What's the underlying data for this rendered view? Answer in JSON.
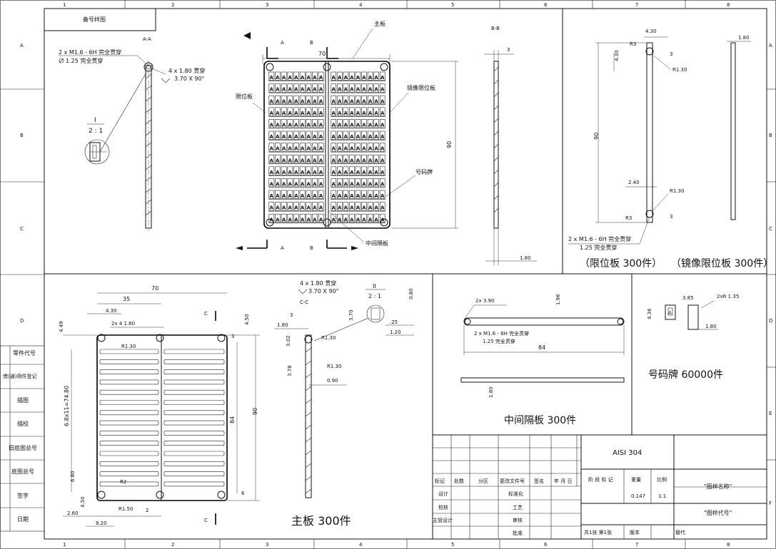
{
  "frame": {
    "col_numbers": [
      "1",
      "2",
      "3",
      "4",
      "5",
      "6",
      "7",
      "8"
    ],
    "row_letters": [
      "A",
      "B",
      "C",
      "D",
      "E",
      "F"
    ],
    "corner_box": "备号样图"
  },
  "left_column": {
    "labels": [
      "零件代号",
      "借(通)用件登记",
      "描图",
      "描校",
      "旧底图总号",
      "底图总号",
      "签字",
      "日期"
    ]
  },
  "main_plate_top": {
    "section_aa": "A-A",
    "section_bb": "B-B",
    "thread_note": "2 x M1.6 - 6H 完全贯穿",
    "thread_note_sub": "1.25 完全贯穿",
    "csk_note": "4 x 1.80 贯穿",
    "csk_note_sub": "3.70 X 90°",
    "detail_label": "I",
    "detail_scale": "2 : 1",
    "label_main": "主板",
    "label_limit": "限位板",
    "label_mirror": "镜像限位板",
    "label_number": "号码牌",
    "label_middle": "中间隔板",
    "dim_width": "70",
    "dim_height": "90",
    "dim_3": "3",
    "dim_180": "1.80",
    "sec_a": "A",
    "sec_b": "B",
    "cell_letter": "A"
  },
  "limit_plates": {
    "dim_430": "4.30",
    "dim_r3": "R3",
    "dim_3": "3",
    "dim_r130": "R1.30",
    "dim_90": "90",
    "dim_240": "2.40",
    "dim_r130b": "R1.30",
    "dim_r3b": "R3",
    "dim_3b": "3",
    "thread_note": "2 x M1.6 - 6H 完全贯穿",
    "thread_note_sub": "1.25 完全贯穿",
    "dim_180": "1.80",
    "caption_limit": "（限位板  300件）",
    "caption_mirror": "（镜像限位板  300件）"
  },
  "main_plate_bottom": {
    "dim_70": "70",
    "dim_35": "35",
    "dim_430": "4.30",
    "dim_449": "4.49",
    "dim_450": "4.50",
    "hole_note": "2x 4 1.80",
    "dim_r130": "R1.30",
    "dim_3": "3",
    "dim_pitch": "6.8x11=74.80",
    "dim_90": "90",
    "dim_84": "84",
    "dim_680": "6.80",
    "dim_r2": "R2",
    "dim_450b": "4.50",
    "dim_6": "6",
    "dim_260": "2.60",
    "dim_820": "8.20",
    "dim_r150": "R1.50",
    "dim_2": "2",
    "sec_c": "C",
    "caption": "主板    300件"
  },
  "section_cc": {
    "title": "C-C",
    "csk_note": "4 x 1.80 贯穿",
    "csk_note_sub": "3.70 X 90°",
    "detail_label": "II",
    "detail_scale": "2 : 1",
    "dim_3": "3",
    "dim_180": "1.80",
    "dim_302": "3.02",
    "dim_r130": "R1.30",
    "dim_r130b": "R1.30",
    "dim_378": "3.78",
    "dim_090": "0.90",
    "dim_370": "3.70",
    "dim_080": "0.80",
    "dim_025": ".25",
    "dim_120": "1.20"
  },
  "middle_plate": {
    "hole_note": "2x 3.90",
    "dim_196": "1.96",
    "thread_note": "2 x M1.6 - 6H 完全贯穿",
    "thread_note_sub": "1.25 完全贯穿",
    "dim_84": "84",
    "dim_180": "1.80",
    "caption": "中间隔板    300件"
  },
  "number_tag": {
    "dim_385": "3.85",
    "dim_2xr": "2xR 1.35",
    "dim_436": "4.36",
    "dim_180": "1.80",
    "tag_letter": "A",
    "caption": "号码牌    60000件"
  },
  "title_block": {
    "material": "AISI 304",
    "headers": [
      "标记",
      "处数",
      "分区",
      "更改文件号",
      "签名",
      "年 月 日"
    ],
    "roles": [
      "设计",
      "校核",
      "主管设计"
    ],
    "roles2": [
      "标准化",
      "工艺",
      "审核",
      "批准"
    ],
    "stage_label": "阶 段 标 记",
    "weight_label": "重量",
    "scale_label": "比例",
    "weight": "0.147",
    "scale": "1:1",
    "drawing_name": "\"图样名称\"",
    "drawing_code": "\"图样代号\"",
    "sheets": "共1张  第1张",
    "version": "版本",
    "replace": "替代"
  }
}
